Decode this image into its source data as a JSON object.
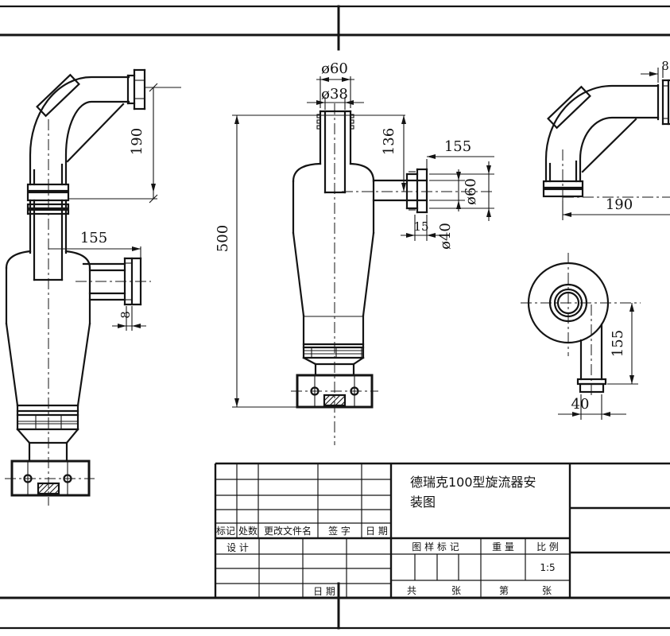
{
  "dims": {
    "l_190": "190",
    "l_155": "155",
    "l_8": "8",
    "f_d60_top": "ø60",
    "f_d38": "ø38",
    "f_500": "500",
    "f_136": "136",
    "f_155": "155",
    "f_d60_side": "ø60",
    "f_15": "15",
    "f_d40": "ø40",
    "r_8": "8",
    "r_190": "190",
    "t_155": "155",
    "t_40": "40"
  },
  "title_block": {
    "title_line1": "德瑞克100型旋流器安",
    "title_line2": "装图",
    "rev_mark": "标记",
    "rev_count": "处数",
    "rev_file": "更改文件名",
    "rev_sign": "签  字",
    "rev_date": "日  期",
    "design_label": "设  计",
    "date_label": "日  期",
    "drawing_mark_label": "图 样 标 记",
    "weight_label": "重  量",
    "scale_label": "比  例",
    "scale_value": "1:5",
    "total_label": "共",
    "total_sheet_label": "张",
    "no_label": "第",
    "no_sheet_label": "张"
  }
}
